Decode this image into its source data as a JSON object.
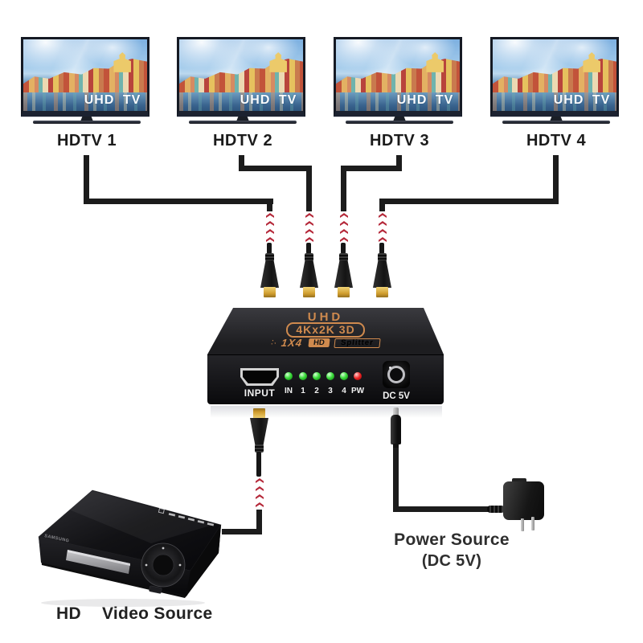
{
  "tvs": [
    {
      "label": "HDTV 1",
      "screen_text": "UHD TV"
    },
    {
      "label": "HDTV 2",
      "screen_text": "UHD TV"
    },
    {
      "label": "HDTV 3",
      "screen_text": "UHD TV"
    },
    {
      "label": "HDTV 4",
      "screen_text": "UHD TV"
    }
  ],
  "splitter": {
    "brand_line": "UHD",
    "model_line": "4Kx2K 3D",
    "sparkle_glyph": "∴",
    "type_prefix": "1X4",
    "type_hd": "HD",
    "type_name": "Splitter",
    "input_label": "INPUT",
    "led_labels": [
      "IN",
      "1",
      "2",
      "3",
      "4",
      "PW"
    ],
    "dc_label": "DC 5V"
  },
  "source": {
    "brand": "SAMSUNG",
    "label_hd": "HD",
    "label_name": "Video Source"
  },
  "power": {
    "label": "Power Source",
    "sublabel": "(DC 5V)"
  },
  "colors": {
    "gold": "#cf8a4e",
    "arrow_red": "#b5293a",
    "cable_black": "#1c1c1c",
    "led_green": "#3ddd3d",
    "led_red": "#ee2222"
  }
}
